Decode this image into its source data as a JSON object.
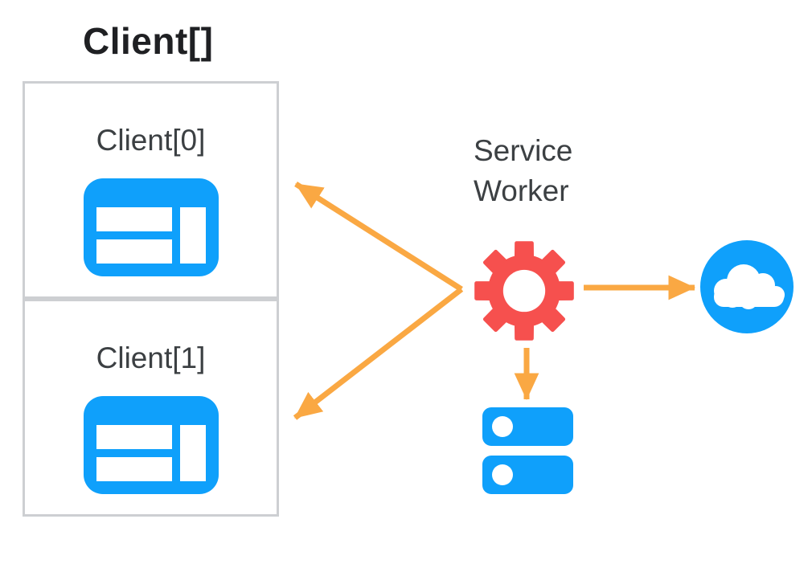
{
  "diagram": {
    "title": "Client[]",
    "clients": [
      {
        "label": "Client[0]",
        "icon": "browser-window-icon"
      },
      {
        "label": "Client[1]",
        "icon": "browser-window-icon"
      }
    ],
    "service_worker": {
      "label": "Service Worker",
      "icon": "gear-icon"
    },
    "network": {
      "icon": "cloud-network-icon"
    },
    "cache": {
      "icon": "cache-storage-icon"
    },
    "arrows": [
      {
        "name": "service-worker-to-client0",
        "direction": "to-upper-left"
      },
      {
        "name": "service-worker-to-client1",
        "direction": "to-lower-left"
      },
      {
        "name": "service-worker-to-network",
        "direction": "to-right"
      },
      {
        "name": "service-worker-to-cache",
        "direction": "down"
      }
    ],
    "colors": {
      "blue": "#0fa0fb",
      "red": "#f6504e",
      "orange": "#faa843",
      "text_dark": "#3c4043",
      "title_black": "#1f2023",
      "box_border": "#cdcfd2"
    }
  }
}
